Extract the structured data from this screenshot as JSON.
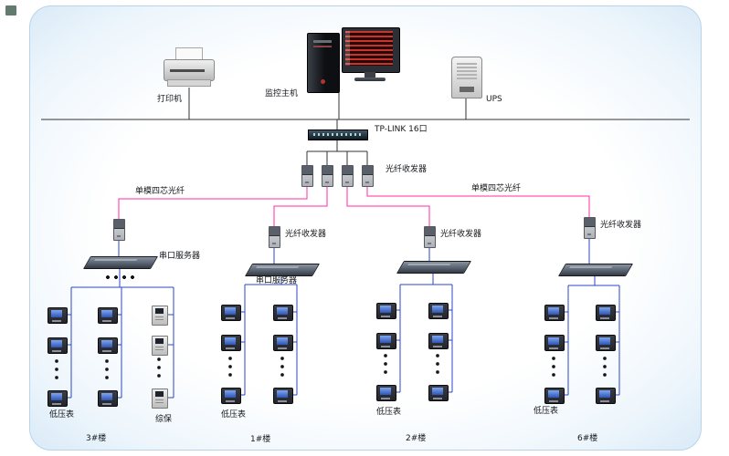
{
  "colors": {
    "fiber": "#ff2da0",
    "wire": "#2b46c8",
    "bus": "#333333"
  },
  "top": {
    "printer": "打印机",
    "host": "监控主机",
    "ups": "UPS"
  },
  "core": {
    "switch": "TP-LINK 16口",
    "tx_group": "光纤收发器",
    "fiber_left": "单模四芯光纤",
    "fiber_right": "单模四芯光纤"
  },
  "subtrees": [
    {
      "server": "串口服务器",
      "meter": "低压表",
      "relay": "综保",
      "building": "3#楼"
    },
    {
      "tx": "光纤收发器",
      "server": "串口服务器",
      "meter": "低压表",
      "building": "1#楼"
    },
    {
      "tx": "光纤收发器",
      "meter": "低压表",
      "building": "2#楼"
    },
    {
      "tx": "光纤收发器",
      "meter": "低压表",
      "building": "6#楼"
    }
  ]
}
